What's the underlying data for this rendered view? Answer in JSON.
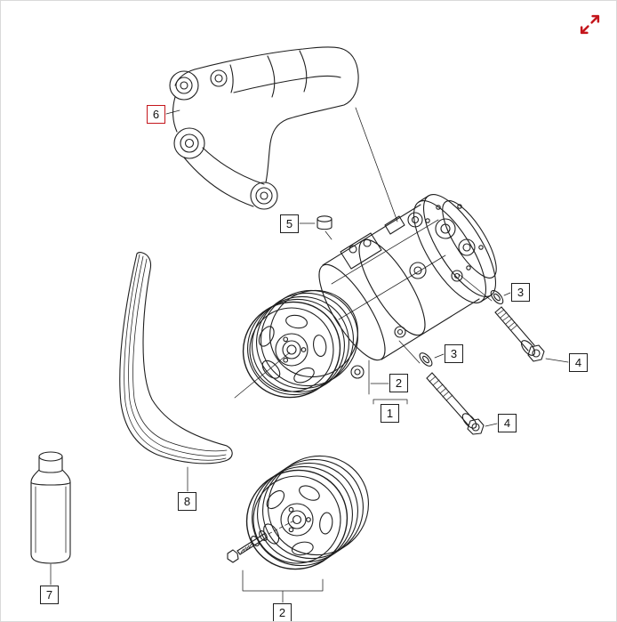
{
  "theme": {
    "background": "#ffffff",
    "line": "#1f1f1f",
    "callout_border": "#1f1f1f",
    "highlight": "#c4161c"
  },
  "icons": {
    "expand": "expand-icon"
  },
  "callouts": {
    "c1": {
      "label": "1"
    },
    "c2a": {
      "label": "2"
    },
    "c2b": {
      "label": "2"
    },
    "c3a": {
      "label": "3"
    },
    "c3b": {
      "label": "3"
    },
    "c4a": {
      "label": "4"
    },
    "c4b": {
      "label": "4"
    },
    "c5": {
      "label": "5"
    },
    "c6": {
      "label": "6",
      "highlighted": true
    },
    "c7": {
      "label": "7"
    },
    "c8": {
      "label": "8"
    }
  }
}
